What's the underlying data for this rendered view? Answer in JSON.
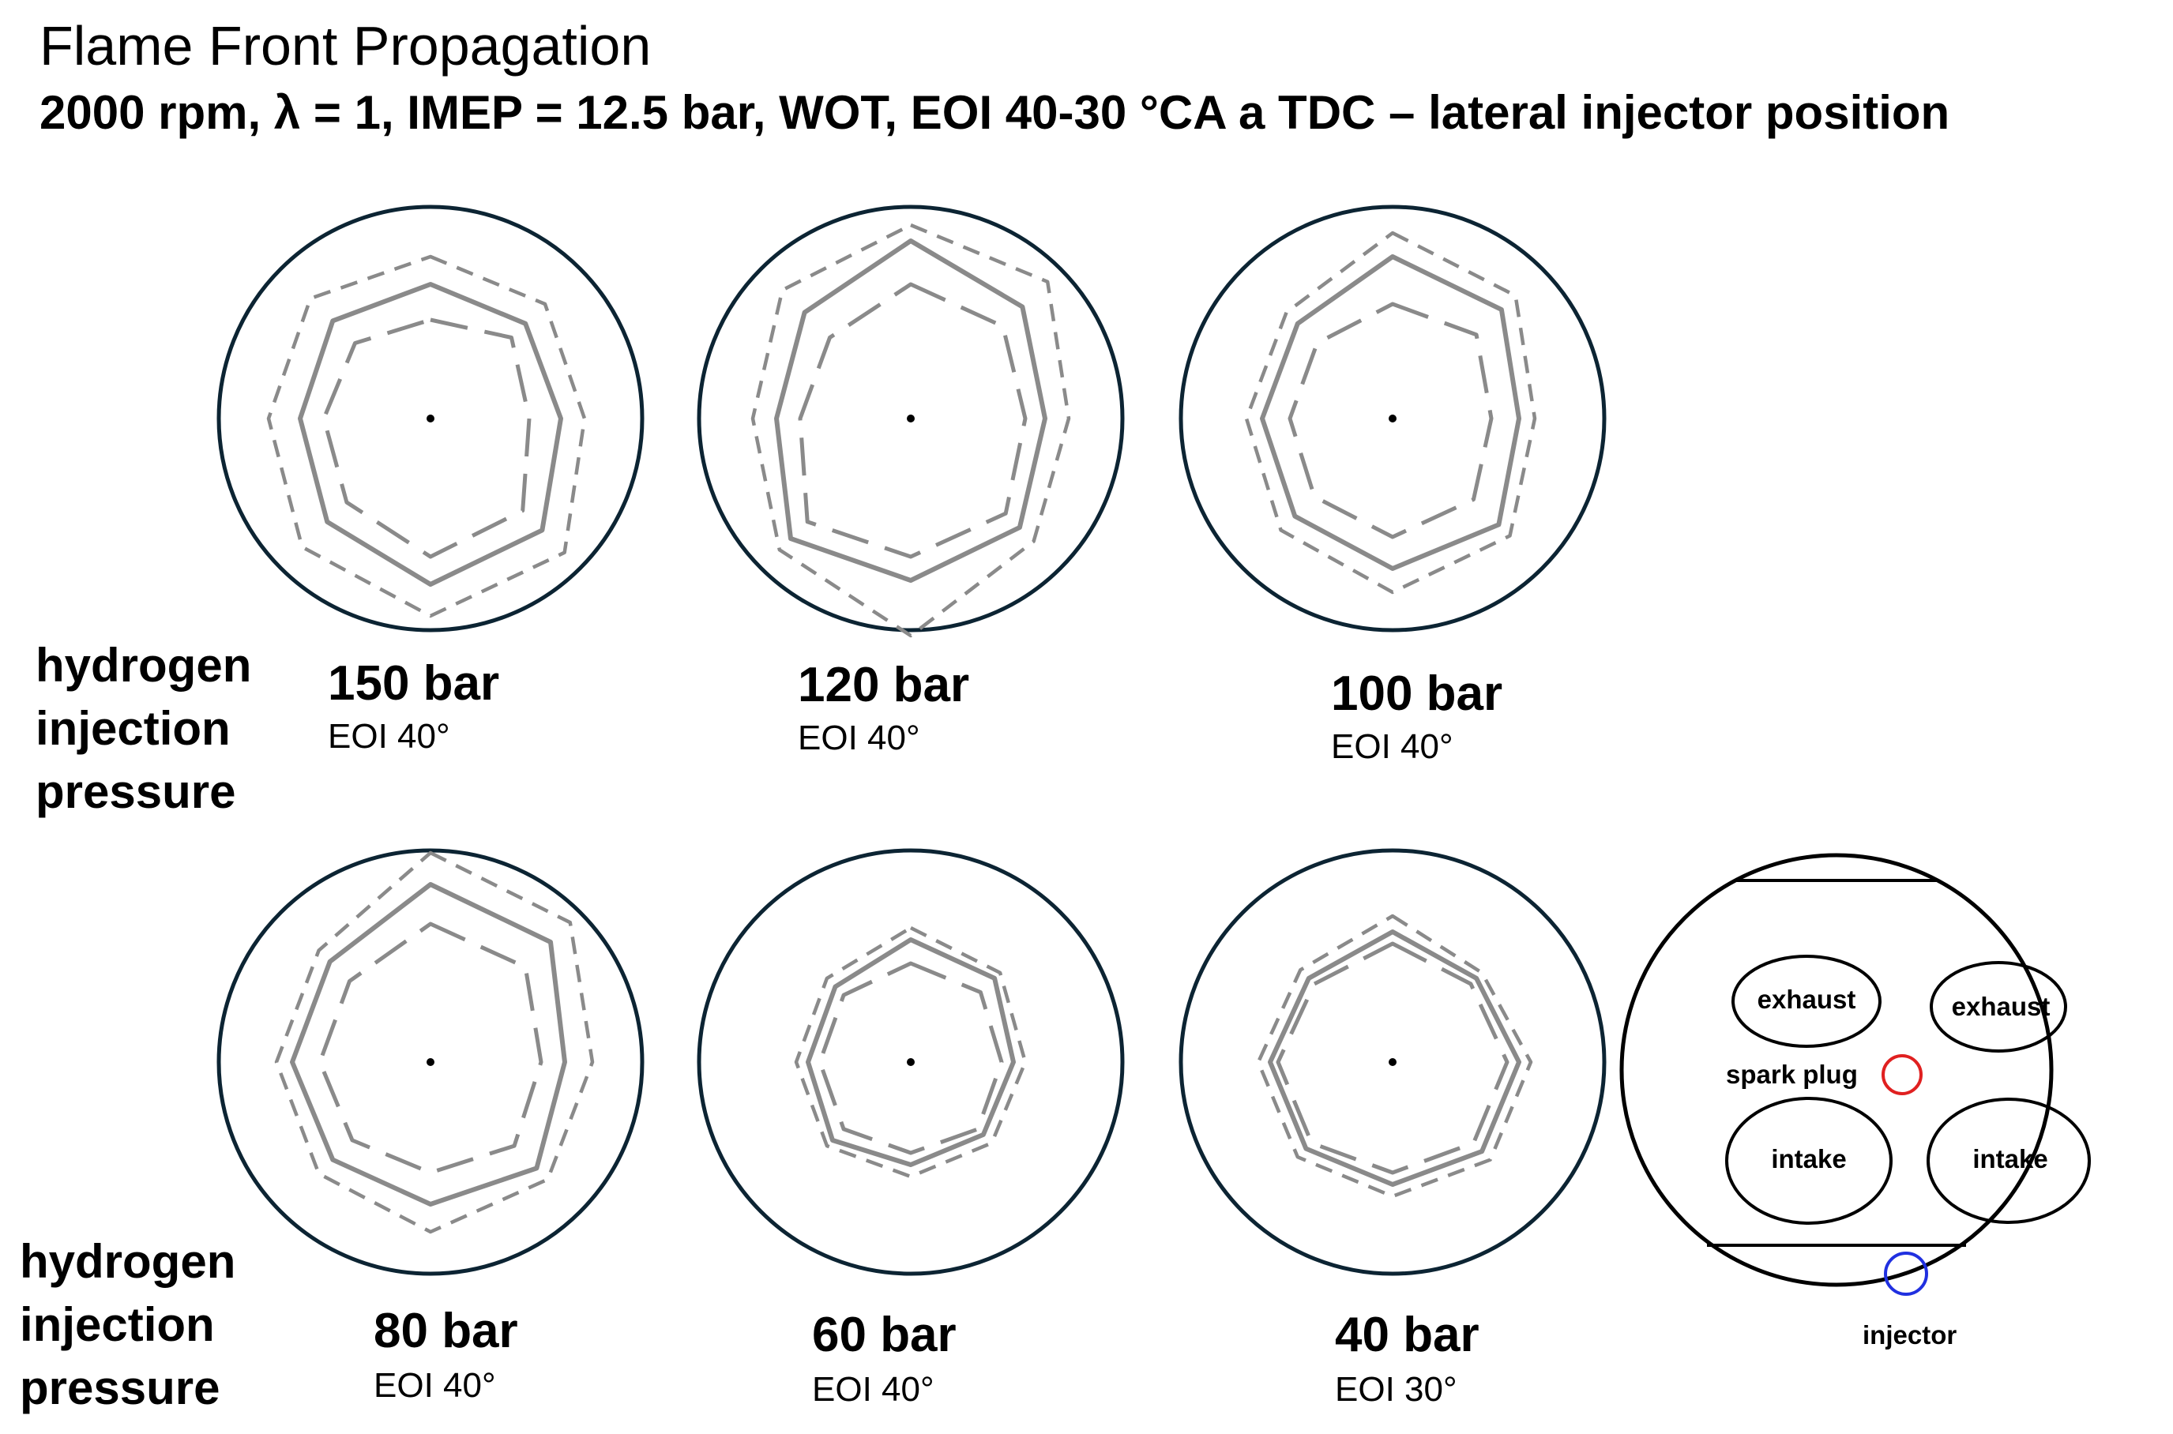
{
  "title": "Flame Front Propagation",
  "subtitle": "2000 rpm, λ = 1, IMEP = 12.5 bar, WOT, EOI 40-30 °CA a TDC – lateral injector position",
  "row_label": [
    "hydrogen",
    "injection",
    "pressure"
  ],
  "colors": {
    "circle": "#0c2433",
    "flame": "#8a8a8a",
    "spark_plug": "#e02020",
    "injector": "#2030e0"
  },
  "panels": [
    {
      "pressure": "150 bar",
      "eoi": "EOI 40°",
      "contours": {
        "short_dash": [
          205,
          205,
          195,
          240,
          250,
          230,
          205,
          215
        ],
        "solid": [
          170,
          170,
          165,
          200,
          210,
          185,
          165,
          175
        ],
        "long_dash": [
          125,
          145,
          125,
          165,
          175,
          150,
          135,
          135
        ]
      }
    },
    {
      "pressure": "120 bar",
      "eoi": "EOI 40°",
      "contours": {
        "short_dash": [
          245,
          245,
          200,
          220,
          275,
          235,
          200,
          230
        ],
        "solid": [
          225,
          200,
          170,
          195,
          205,
          215,
          170,
          190
        ],
        "long_dash": [
          170,
          165,
          145,
          170,
          175,
          185,
          140,
          145
        ]
      }
    },
    {
      "pressure": "100 bar",
      "eoi": "EOI 40°",
      "contours": {
        "short_dash": [
          235,
          220,
          180,
          210,
          220,
          200,
          185,
          190
        ],
        "solid": [
          205,
          195,
          160,
          190,
          190,
          175,
          165,
          170
        ],
        "long_dash": [
          145,
          150,
          125,
          145,
          150,
          140,
          130,
          135
        ]
      }
    },
    {
      "pressure": "80 bar",
      "eoi": "EOI 40°",
      "contours": {
        "short_dash": [
          265,
          250,
          205,
          210,
          215,
          200,
          195,
          200
        ],
        "solid": [
          225,
          215,
          170,
          190,
          180,
          175,
          175,
          180
        ],
        "long_dash": [
          175,
          170,
          140,
          150,
          140,
          140,
          140,
          145
        ]
      }
    },
    {
      "pressure": "60 bar",
      "eoi": "EOI 40°",
      "contours": {
        "short_dash": [
          170,
          160,
          145,
          145,
          145,
          150,
          145,
          150
        ],
        "solid": [
          155,
          150,
          130,
          130,
          130,
          140,
          130,
          135
        ],
        "long_dash": [
          125,
          125,
          115,
          120,
          115,
          120,
          115,
          120
        ]
      }
    },
    {
      "pressure": "40 bar",
      "eoi": "EOI 30°",
      "contours": {
        "short_dash": [
          185,
          160,
          175,
          175,
          170,
          170,
          170,
          165
        ],
        "solid": [
          165,
          150,
          160,
          160,
          155,
          155,
          155,
          150
        ],
        "long_dash": [
          150,
          140,
          145,
          145,
          140,
          145,
          145,
          140
        ]
      }
    }
  ],
  "reference": {
    "valves": [
      "exhaust",
      "exhaust",
      "intake",
      "intake"
    ],
    "spark_plug_label": "spark plug",
    "injector_label": "injector"
  }
}
